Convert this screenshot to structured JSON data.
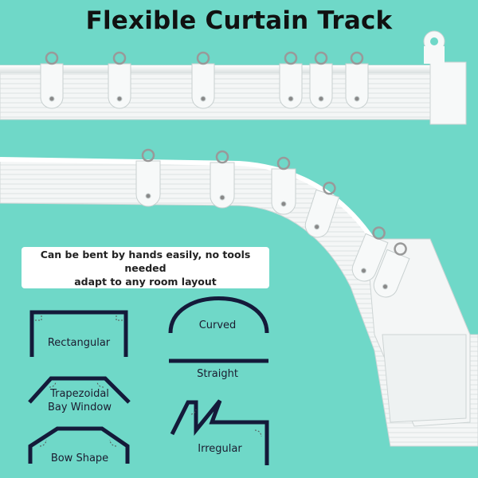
{
  "title": "Flexible Curtain Track",
  "callout": {
    "line1": "Can be bent by hands easily, no tools needed",
    "line2": "adapt to any room layout"
  },
  "shapes": {
    "rectangular": "Rectangular",
    "curved": "Curved",
    "straight": "Straight",
    "trapezoidal_line1": "Trapezoidal",
    "trapezoidal_line2": "Bay Window",
    "irregular": "Irregular",
    "bow": "Bow Shape"
  },
  "colors": {
    "background": "#6fd8c8",
    "track": "#f4f6f6",
    "shape_stroke": "#141a3a"
  }
}
